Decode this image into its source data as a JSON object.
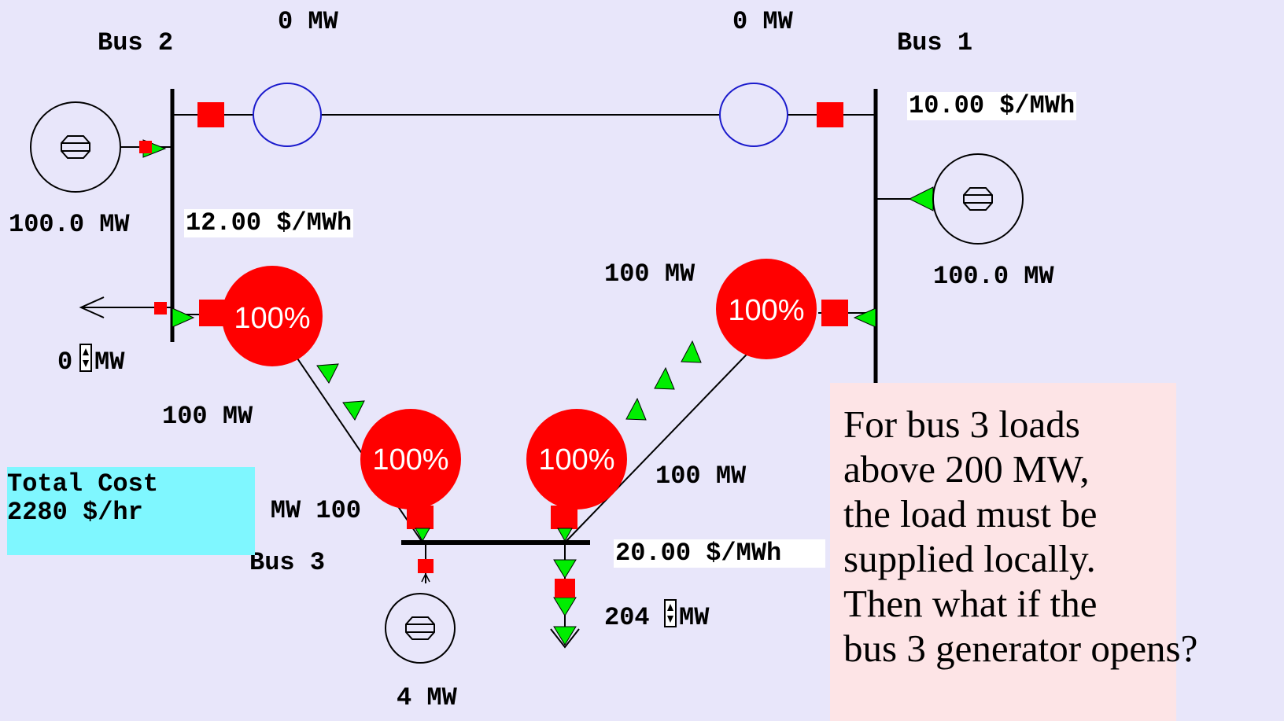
{
  "buses": {
    "bus1": "Bus 1",
    "bus2": "Bus 2",
    "bus3": "Bus 3"
  },
  "flows": {
    "top_left": "0 MW",
    "top_right": "0 MW",
    "line13_upper": "100 MW",
    "line13_lower": "100 MW",
    "line23_upper": "100 MW",
    "line23_lower": "100 MW"
  },
  "generators": {
    "bus2_gen": "100.0 MW",
    "bus1_gen": "100.0 MW",
    "bus3_gen": "4 MW"
  },
  "prices": {
    "bus1": "10.00 $/MWh",
    "bus2": "12.00 $/MWh",
    "bus3": "20.00 $/MWh"
  },
  "loads": {
    "bus2_value": "0",
    "bus2_unit": "MW",
    "bus3_value": "204",
    "bus3_unit": "MW"
  },
  "line_loading": {
    "line23_at_bus2": "100%",
    "line23_at_bus3": "100%",
    "line13_at_bus1": "100%",
    "line13_at_bus3": "100%"
  },
  "total_cost": {
    "label": "Total Cost",
    "value": "2280 $/hr"
  },
  "note": {
    "text": "For bus 3 loads\nabove 200 MW,\nthe load must be\nsupplied locally.\nThen what if the\nbus 3 generator opens?"
  },
  "colors": {
    "background": "#e8e6fa",
    "overload_red": "#ff0000",
    "flow_arrow_green": "#00ee00",
    "transformer_blue": "#1a1acc",
    "cost_box": "#7ff7ff",
    "note_box": "#fde4e6"
  }
}
